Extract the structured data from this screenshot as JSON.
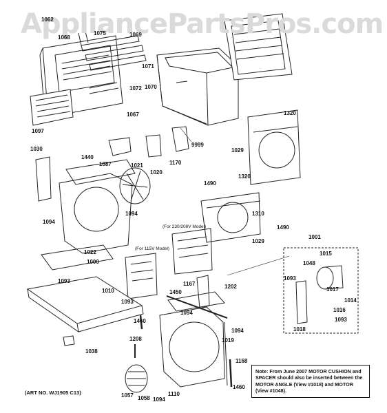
{
  "watermark": "AppliancePartsPros.com",
  "labels": {
    "l1062": "1062",
    "l1068": "1068",
    "l1075": "1075",
    "l1069": "1069",
    "l1071": "1071",
    "l1072": "1072",
    "l1070": "1070",
    "l1067": "1067",
    "l1097": "1097",
    "l1320a": "1320",
    "l1029a": "1029",
    "l9999": "9999",
    "l1170": "1170",
    "l1087": "1087",
    "l1440": "1440",
    "l1030": "1030",
    "l1021": "1021",
    "l1020": "1020",
    "l1490a": "1490",
    "l1320b": "1320",
    "l1094a": "1094",
    "l1094b": "1094",
    "l1310": "1310",
    "l1490b": "1490",
    "l1029b": "1029",
    "l1022": "1022",
    "l1000": "1000",
    "l1001": "1001",
    "l1015": "1015",
    "l1048": "1048",
    "l1093a": "1093",
    "l1010": "1010",
    "l1093b": "1093",
    "l1167": "1167",
    "l1202": "1202",
    "l1093c": "1093",
    "l1017": "1017",
    "l1014": "1014",
    "l1016": "1016",
    "l1093d": "1093",
    "l1018": "1018",
    "l1450": "1450",
    "l1460a": "1460",
    "l1094c": "1094",
    "l1094d": "1094",
    "l1208": "1208",
    "l1019": "1019",
    "l1038": "1038",
    "l1168": "1168",
    "l1057": "1057",
    "l1058": "1058",
    "l1094e": "1094",
    "l1110": "1110",
    "l1460b": "1460"
  },
  "sublabels": {
    "model230": "(For 230/208V Model)",
    "model115": "(For 115V Model)"
  },
  "note": "Note: From June 2007 MOTOR CUSHION and SPACER should also be inserted between the MOTOR ANGLE (View #1018) and MOTOR (View #1048).",
  "art_no": "(ART NO. WJ1905 C13)"
}
